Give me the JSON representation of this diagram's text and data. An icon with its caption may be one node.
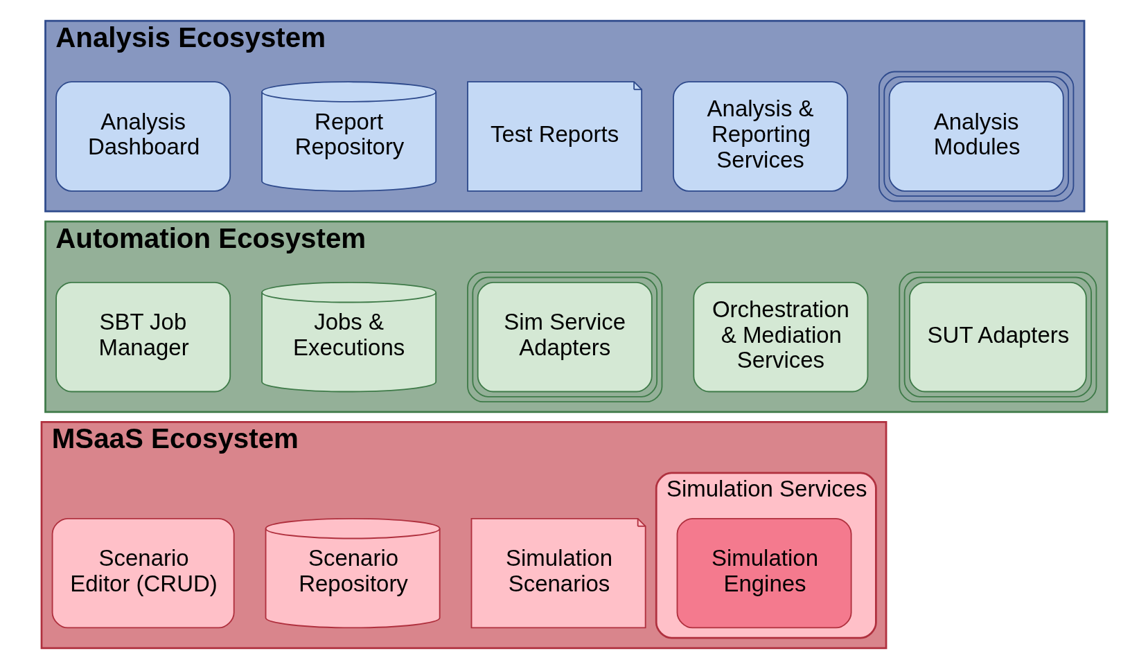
{
  "diagram": {
    "nodes": [
      {
        "text": [
          "Analysis Ecosystem"
        ]
      },
      {
        "text": [
          "Analysis Dashboard"
        ],
        "in": 0
      },
      {
        "text": [
          "Report Repository"
        ],
        "in": 0
      },
      {
        "text": [
          "Test Reports"
        ],
        "in": 0
      },
      {
        "text": [
          "Analysis & Reporting Services"
        ],
        "in": 0
      },
      {
        "text": [
          "Analysis Modules"
        ],
        "in": 0
      },
      {
        "text": [
          "Automation Ecosystem"
        ]
      },
      {
        "text": [
          "SBT Job Manager"
        ],
        "in": 6
      },
      {
        "text": [
          "Jobs & Executions"
        ],
        "in": 6
      },
      {
        "text": [
          "Sim Service Adapters"
        ],
        "in": 6
      },
      {
        "text": [
          "Orchestration & Mediation Services"
        ],
        "in": 6
      },
      {
        "text": [
          "SUT Adapters"
        ],
        "in": 6
      },
      {
        "text": [
          "MSaaS Ecosystem"
        ]
      },
      {
        "text": [
          "Scenario Editor (CRUD)"
        ],
        "in": 12
      },
      {
        "text": [
          "Scenario Repository"
        ],
        "in": 12
      },
      {
        "text": [
          "Simulation Scenarios"
        ],
        "in": 12
      },
      {
        "text": [
          "Simulation Services"
        ],
        "in": 12
      },
      {
        "text": [
          "Simulation Engines"
        ],
        "in": 16
      }
    ]
  }
}
